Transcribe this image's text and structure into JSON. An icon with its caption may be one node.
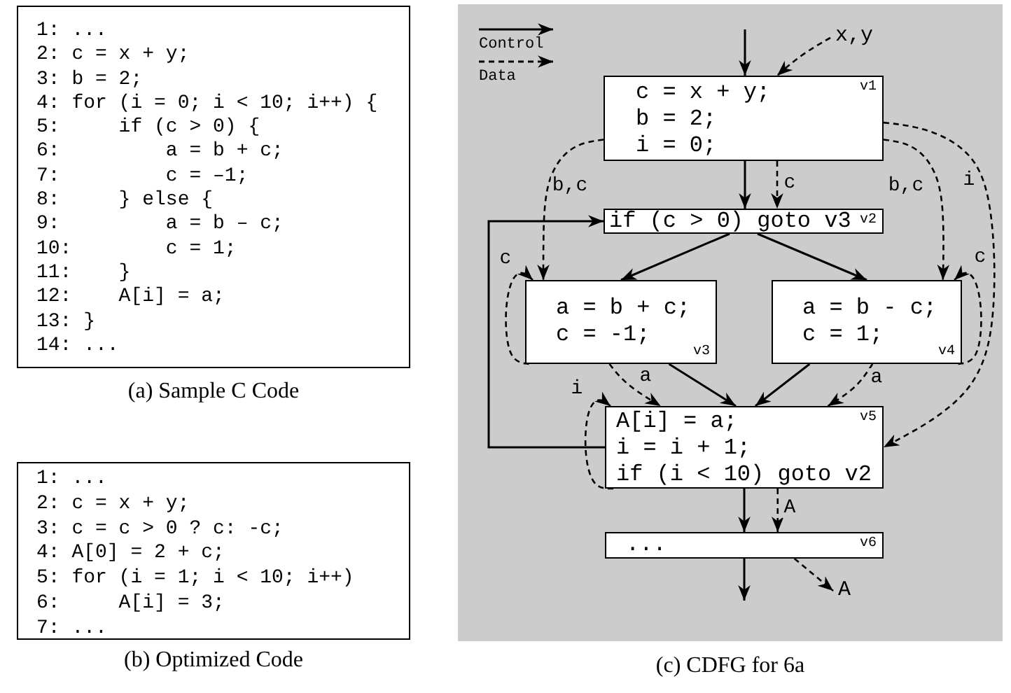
{
  "diagram": {
    "nodes": [
      {
        "text": [
          "1: ...",
          "2: c = x + y;",
          "3: b = 2;",
          "4: for (i = 0; i < 10; i++) {",
          "5:     if (c > 0) {",
          "6:         a = b + c;",
          "7:         c = –1;",
          "8:     } else {",
          "9:         a = b – c;",
          "10:        c = 1;",
          "11:    }",
          "12:    A[i] = a;",
          "13: }",
          "14: ..."
        ],
        "beside": [
          "(a) Sample C Code"
        ]
      },
      {
        "text": [
          "1: ...",
          "2: c = x + y;",
          "3: c = c > 0 ? c: -c;",
          "4: A[0] = 2 + c;",
          "5: for (i = 1; i < 10; i++)",
          "6:     A[i] = 3;",
          "7: ..."
        ],
        "beside": [
          "(b) Optimized Code"
        ]
      },
      {
        "text": [],
        "shape": "box",
        "beside": [
          "(c) CDFG for 6a"
        ]
      },
      {
        "text": [
          "c = x + y;",
          "v1",
          "b = 2;",
          "i = 0;"
        ],
        "in": 2
      },
      {
        "text": [
          "if (c > 0) goto v3",
          "v2"
        ],
        "in": 2
      },
      {
        "text": [
          "a = b + c;",
          "c = -1;",
          "v3"
        ],
        "in": 2
      },
      {
        "text": [
          "a = b - c;",
          "c = 1;",
          "v4"
        ],
        "in": 2
      },
      {
        "text": [
          "A[i] = a;",
          "v5",
          "i = i + 1;",
          "if (i < 10) goto v2"
        ],
        "in": 2
      },
      {
        "text": [
          "...",
          "v6"
        ],
        "in": 2
      },
      {
        "text": [
          "x,y"
        ],
        "in": 2
      },
      {
        "text": [
          "A"
        ],
        "in": 2
      }
    ],
    "edges": [
      {
        "from": null,
        "to": 3,
        "arrow": "to"
      },
      {
        "from": 9,
        "to": 3,
        "arrow": "to",
        "style": "dashed"
      },
      {
        "from": 3,
        "to": 4,
        "arrow": "to"
      },
      {
        "from": 3,
        "to": 4,
        "arrow": "to",
        "style": "dashed",
        "label": "c"
      },
      {
        "from": 3,
        "to": 5,
        "arrow": "to",
        "style": "dashed",
        "label": "b,c"
      },
      {
        "from": 3,
        "to": 6,
        "arrow": "to",
        "style": "dashed",
        "label": "b,c"
      },
      {
        "from": 3,
        "to": 7,
        "arrow": "to",
        "style": "dashed",
        "label": "i"
      },
      {
        "from": 4,
        "to": 5,
        "arrow": "to"
      },
      {
        "from": 4,
        "to": 6,
        "arrow": "to"
      },
      {
        "from": 5,
        "to": 5,
        "arrow": "to",
        "style": "dashed",
        "label": "c"
      },
      {
        "from": 6,
        "to": 6,
        "arrow": "to",
        "style": "dashed",
        "label": "c"
      },
      {
        "from": 5,
        "to": 7,
        "arrow": "to"
      },
      {
        "from": 5,
        "to": 7,
        "arrow": "to",
        "style": "dashed",
        "label": "a"
      },
      {
        "from": 6,
        "to": 7,
        "arrow": "to"
      },
      {
        "from": 6,
        "to": 7,
        "arrow": "to",
        "style": "dashed",
        "label": "a"
      },
      {
        "from": 7,
        "to": 4,
        "arrow": "to"
      },
      {
        "from": 7,
        "to": 7,
        "arrow": "to",
        "style": "dashed",
        "label": "i"
      },
      {
        "from": 7,
        "to": 8,
        "arrow": "to"
      },
      {
        "from": 7,
        "to": 8,
        "arrow": "to",
        "style": "dashed",
        "label": "A"
      },
      {
        "from": 8,
        "to": null,
        "arrow": "to"
      },
      {
        "from": 8,
        "to": 10,
        "arrow": "to",
        "style": "dashed"
      }
    ],
    "legend": [
      {
        "text": "Control"
      },
      {
        "text": "Data"
      }
    ]
  }
}
